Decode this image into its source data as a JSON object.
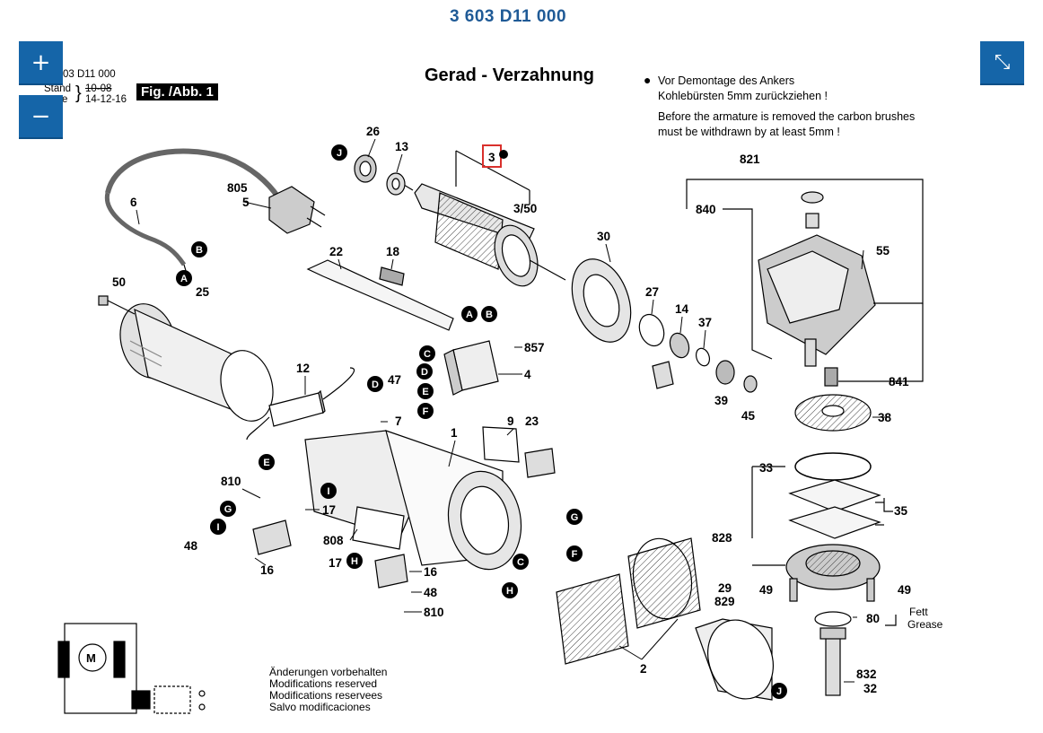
{
  "document": {
    "part_number": "3 603 D11 000",
    "header_part_number": "03 D11 000",
    "stand_label": "Stand",
    "date_old": "10-08",
    "date_prefix": "e",
    "date_new": "14-12-16",
    "figure_label": "Fig. /Abb. 1",
    "heading": "Gerad - Verzahnung",
    "note_bullet": "●",
    "note_de_1": "Vor Demontage des Ankers",
    "note_de_2": "Kohlebürsten 5mm zurückziehen !",
    "note_en_1": "Before the armature is removed the carbon brushes",
    "note_en_2": "must be withdrawn by at least 5mm !",
    "modifications": [
      "Änderungen vorbehalten",
      "Modifications reserved",
      "Modifications reservees",
      "Salvo modificaciones"
    ],
    "fett_label": "Fett",
    "grease_label": "Grease",
    "motor_label": "M"
  },
  "controls": {
    "zoom_in": "+",
    "zoom_out": "−",
    "fit": "⤡"
  },
  "part_labels": {
    "p26": "26",
    "p13": "13",
    "p3": "3",
    "p3_50": "3/50",
    "p805": "805",
    "p5": "5",
    "p6": "6",
    "p22": "22",
    "p18": "18",
    "p30": "30",
    "p27": "27",
    "p14": "14",
    "p37": "37",
    "p39": "39",
    "p45": "45",
    "p50": "50",
    "p25": "25",
    "p857": "857",
    "p4": "4",
    "p12": "12",
    "p47": "47",
    "p7": "7",
    "p9": "9",
    "p23": "23",
    "p1": "1",
    "p810a": "810",
    "p17a": "17",
    "p48a": "48",
    "p16a": "16",
    "p808": "808",
    "p17b": "17",
    "p16b": "16",
    "p48b": "48",
    "p810b": "810",
    "p2": "2",
    "p29": "29",
    "p829": "829",
    "p821": "821",
    "p840": "840",
    "p55": "55",
    "p841": "841",
    "p38": "38",
    "p33": "33",
    "p35": "35",
    "p828": "828",
    "p49a": "49",
    "p49b": "49",
    "p80": "80",
    "p832": "832",
    "p32": "32"
  },
  "connector_labels": {
    "A": "A",
    "B": "B",
    "C": "C",
    "D": "D",
    "E": "E",
    "F": "F",
    "G": "G",
    "H": "H",
    "I": "I",
    "J": "J"
  }
}
